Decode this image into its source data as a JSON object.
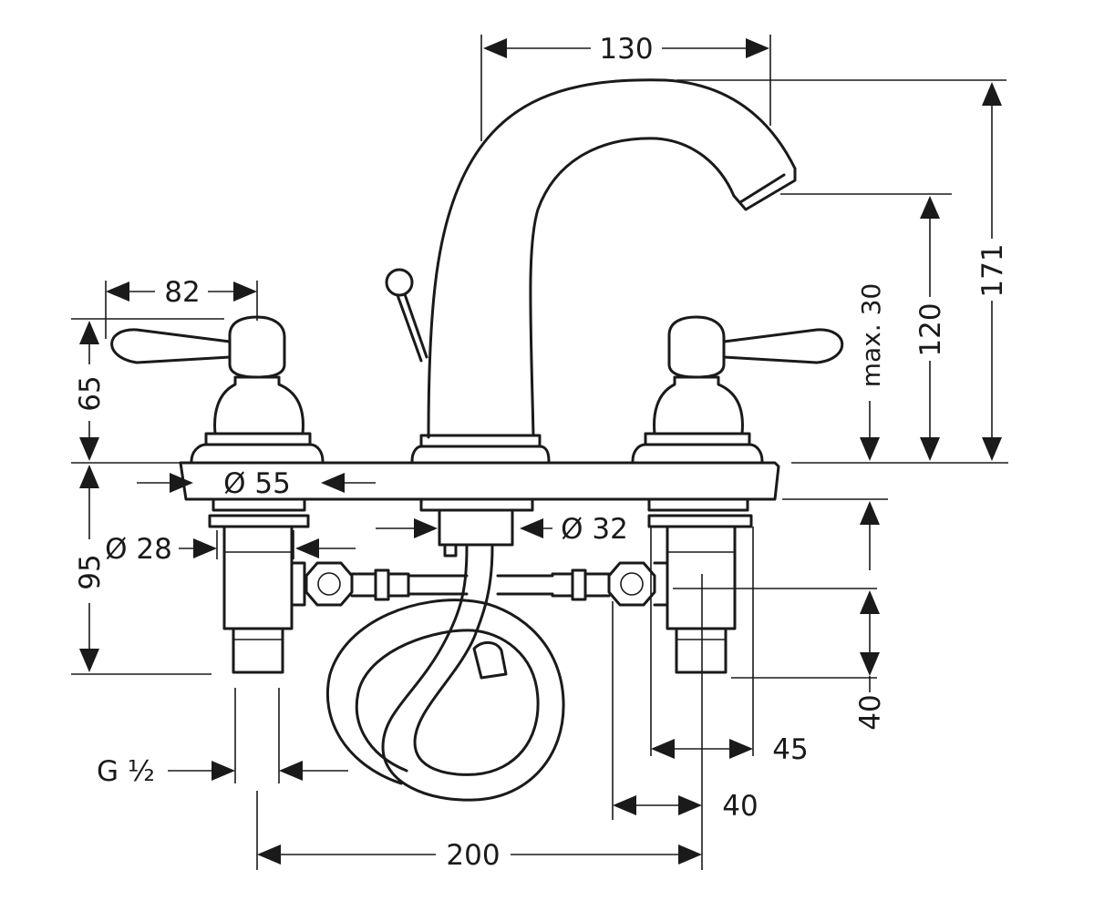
{
  "dimensions": {
    "d130": "130",
    "d171": "171",
    "d120": "120",
    "dmax30": "max. 30",
    "d82": "82",
    "d65": "65",
    "d95": "95",
    "dia55": "Ø 55",
    "dia28": "Ø 28",
    "dia32": "Ø 32",
    "d40_right": "40",
    "d45": "45",
    "d40_bottom": "40",
    "d200": "200",
    "thread": "G ½"
  },
  "colors": {
    "ink": "#1a1a1a",
    "paper": "#ffffff"
  }
}
